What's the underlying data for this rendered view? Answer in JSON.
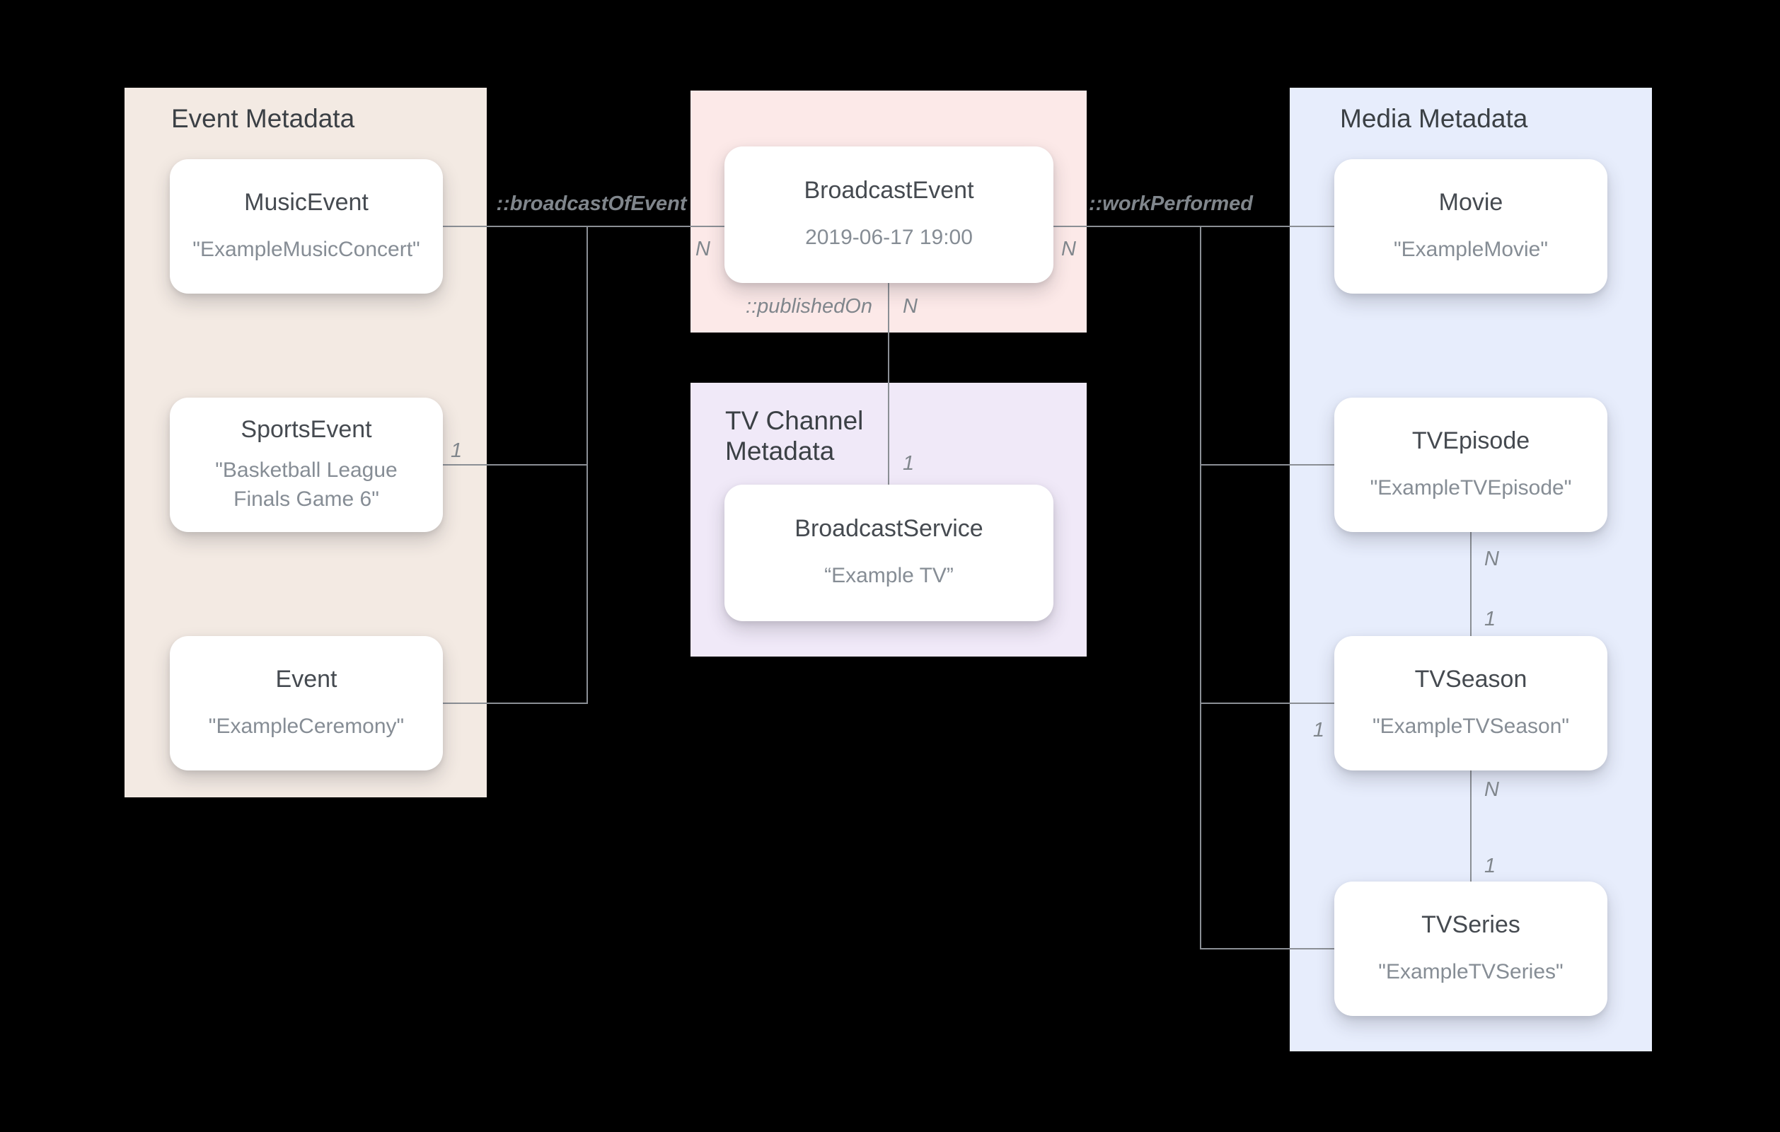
{
  "diagram": {
    "background_color": "#000000",
    "line_color": "#8b8f95",
    "card_color": "#ffffff"
  },
  "panels": {
    "event": {
      "title": "Event Metadata",
      "color": "#f3eae3"
    },
    "broadcast": {
      "title": "",
      "color": "#fce9e8"
    },
    "tv_channel": {
      "title": "TV Channel\nMetadata",
      "color": "#f0e9f8"
    },
    "media": {
      "title": "Media Metadata",
      "color": "#e7edfc"
    }
  },
  "cards": {
    "music_event": {
      "title": "MusicEvent",
      "value": "\"ExampleMusicConcert\""
    },
    "sports_event": {
      "title": "SportsEvent",
      "value": "\"Basketball League Finals Game 6\""
    },
    "event": {
      "title": "Event",
      "value": "\"ExampleCeremony\""
    },
    "broadcast_event": {
      "title": "BroadcastEvent",
      "value": "2019-06-17 19:00"
    },
    "broadcast_service": {
      "title": "BroadcastService",
      "value": "“Example TV”"
    },
    "movie": {
      "title": "Movie",
      "value": "\"ExampleMovie\""
    },
    "tv_episode": {
      "title": "TVEpisode",
      "value": "\"ExampleTVEpisode\""
    },
    "tv_season": {
      "title": "TVSeason",
      "value": "\"ExampleTVSeason\""
    },
    "tv_series": {
      "title": "TVSeries",
      "value": "\"ExampleTVSeries\""
    }
  },
  "relations": {
    "broadcast_of_event": {
      "label": "::broadcastOfEvent",
      "n": "N",
      "one": "1"
    },
    "work_performed": {
      "label": "::workPerformed",
      "n": "N",
      "one": "1"
    },
    "published_on": {
      "label": "::publishedOn",
      "n": "N",
      "one": "1"
    },
    "episode_to_season": {
      "n": "N",
      "one": "1"
    },
    "season_to_series": {
      "n": "N",
      "one": "1"
    }
  }
}
